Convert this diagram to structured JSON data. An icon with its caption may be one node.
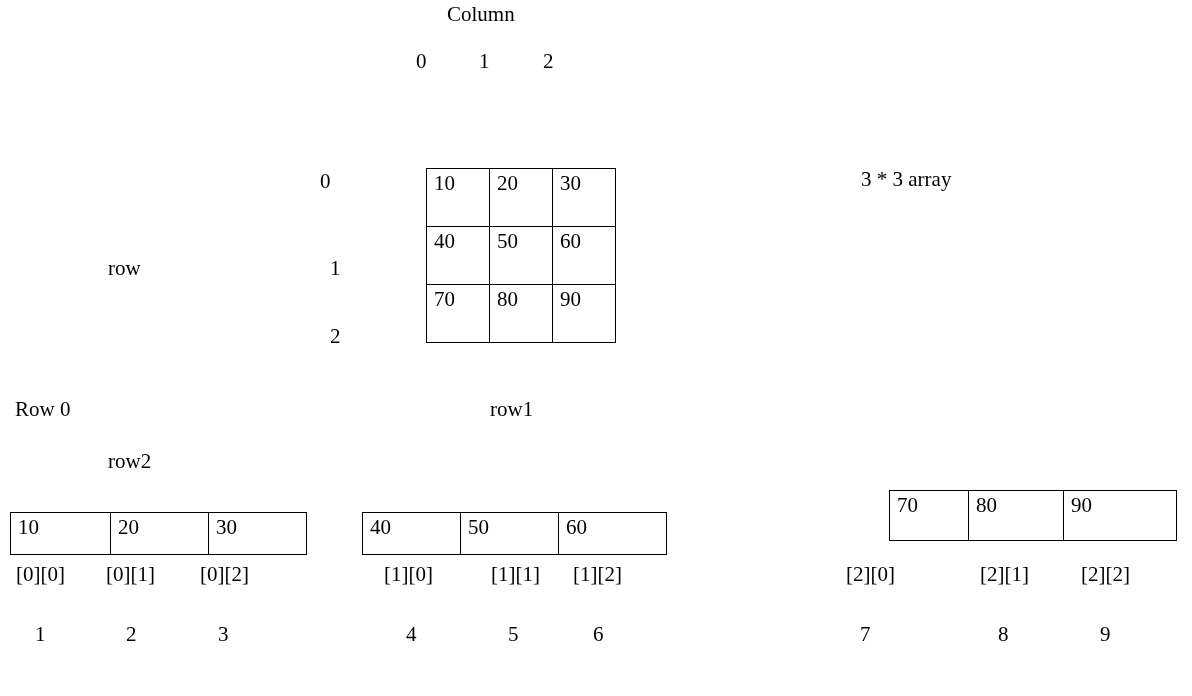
{
  "diagram": {
    "labels": [
      "Column",
      "0",
      "1",
      "2",
      "0",
      "10",
      "20",
      "30",
      "3 * 3 array",
      "row",
      "1",
      "40",
      "50",
      "60",
      "70",
      "80",
      "90",
      "2",
      "Row 0",
      "row1",
      "row2",
      "70",
      "80",
      "90",
      "10",
      "20",
      "30",
      "40",
      "50",
      "60",
      "[0][0]",
      "[0][1]",
      "[0][2]",
      "[1][0]",
      "[1][1]",
      "[1][2]",
      "[2][0]",
      "[2][1]",
      "[2][2]",
      "1",
      "2",
      "3",
      "4",
      "5",
      "6",
      "7",
      "8",
      "9"
    ]
  }
}
